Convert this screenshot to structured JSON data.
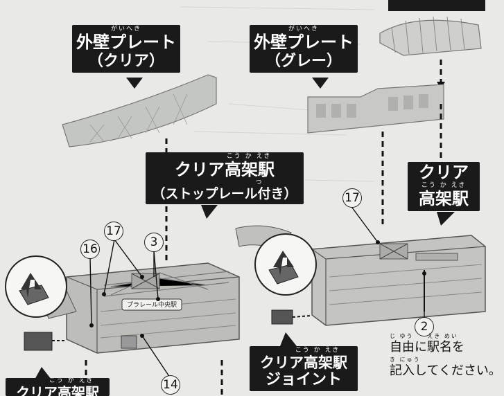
{
  "callouts": {
    "wall_clear": {
      "ruby": "がいへき",
      "title": "外壁プレート",
      "sub": "（クリア）"
    },
    "wall_gray": {
      "ruby": "がいへき",
      "title": "外壁プレート",
      "sub": "（グレー）"
    },
    "station_stop": {
      "ruby": "こう か えき",
      "title": "クリア高架駅",
      "ruby2": "つ",
      "sub": "（ストップレール付き）"
    },
    "station_clear": {
      "title": "クリア",
      "ruby": "こう か えき",
      "sub": "高架駅"
    },
    "station_joint": {
      "ruby": "こう か えき",
      "title": "クリア高架駅",
      "sub": "ジョイント"
    },
    "station_bottom": {
      "ruby": "こう か えき",
      "title": "クリア高架駅"
    }
  },
  "part_numbers": {
    "n17a": "17",
    "n16": "16",
    "n3": "3",
    "n17b": "17",
    "n2": "2",
    "n14": "14"
  },
  "sign_text": "プラレール中央駅",
  "note": {
    "ruby1": "じ ゆう　　えき めい",
    "line1": "自由に駅名を",
    "ruby2": "き にゅう",
    "line2": "記入してください。"
  },
  "colors": {
    "callout_bg": "#1a1a1a",
    "paper": "#e9e9e7",
    "part_gray": "#b9b9b6"
  }
}
